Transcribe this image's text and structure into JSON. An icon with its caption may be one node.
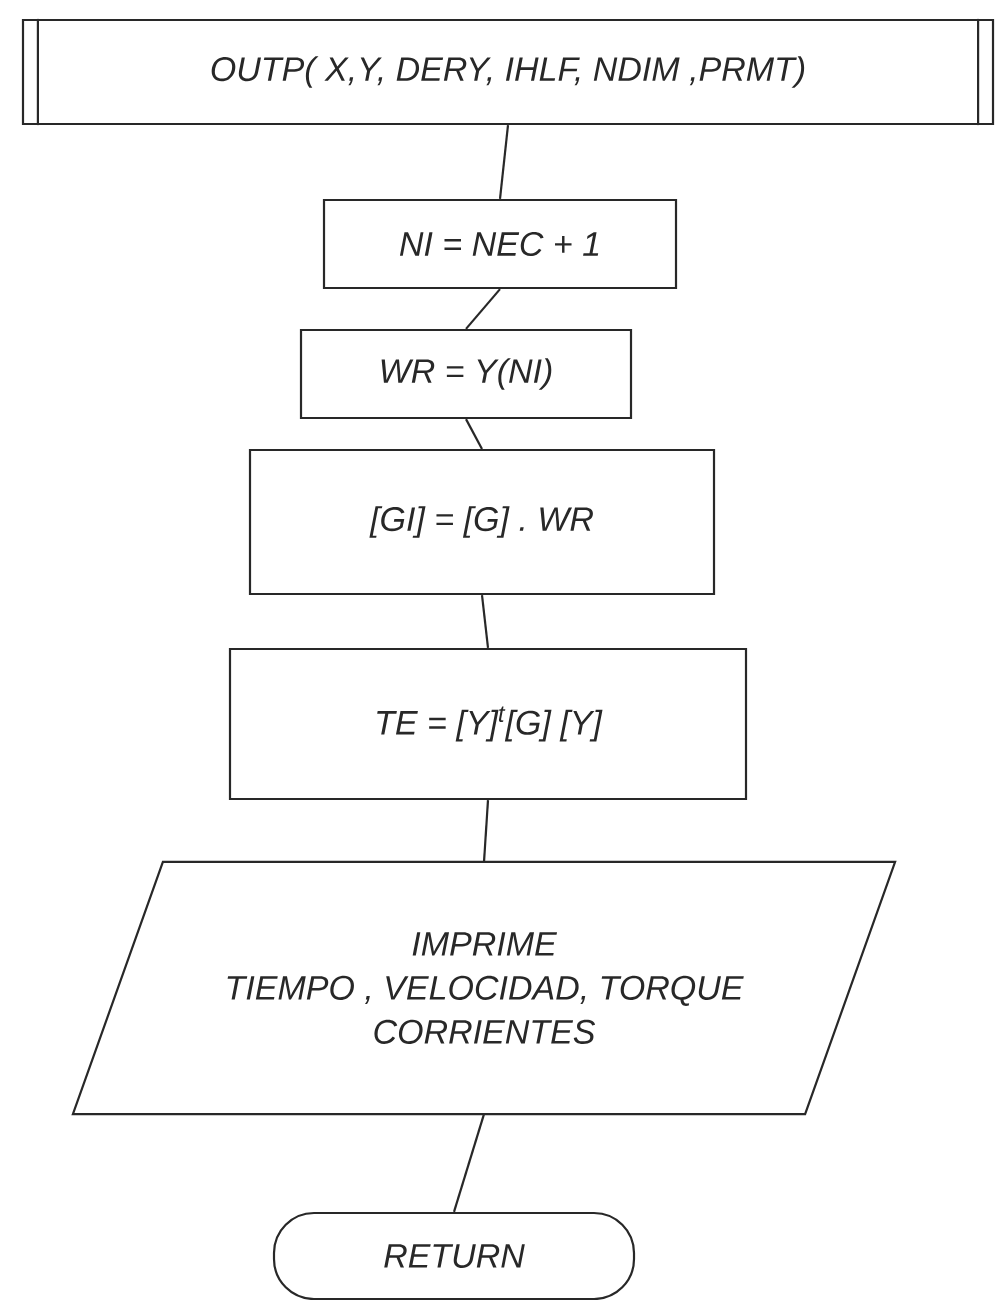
{
  "diagram": {
    "nodes": [
      {
        "text": [
          "OUTP( X,Y, DERY, IHLF, NDIM ,PRMT)"
        ]
      },
      {
        "text": [
          "NI = NEC + 1"
        ]
      },
      {
        "text": [
          "WR = Y(NI)"
        ]
      },
      {
        "text": [
          "[GI] = [G] . WR"
        ]
      },
      {
        "text": [
          "TE = [Y]$^{t}$[G] [Y]"
        ]
      },
      {
        "text": [
          "IMPRIME",
          "TIEMPO , VELOCIDAD, TORQUE",
          "CORRIENTES"
        ]
      },
      {
        "text": [
          "RETURN"
        ]
      }
    ],
    "edges": [
      {
        "from": 0,
        "to": 1,
        "arrow": "none"
      },
      {
        "from": 1,
        "to": 2,
        "arrow": "none"
      },
      {
        "from": 2,
        "to": 3,
        "arrow": "none"
      },
      {
        "from": 3,
        "to": 4,
        "arrow": "none"
      },
      {
        "from": 4,
        "to": 5,
        "arrow": "none"
      },
      {
        "from": 5,
        "to": 6,
        "arrow": "none"
      }
    ]
  }
}
